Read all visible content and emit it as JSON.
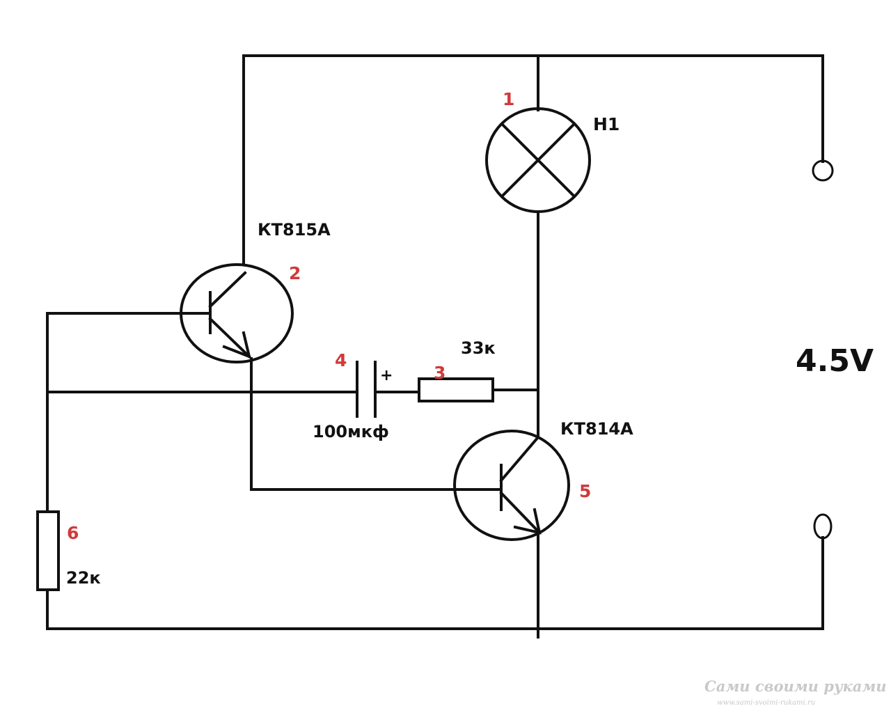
{
  "colors": {
    "wire": "#111111",
    "number": "#d03a3a",
    "watermark": "#c9c9c9"
  },
  "labels": {
    "lamp": "H1",
    "transistor_top": "КТ815А",
    "transistor_bottom": "КТ814А",
    "resistor_33": "33к",
    "capacitor": "100мкф",
    "capacitor_polarity": "+",
    "resistor_22": "22к",
    "supply_voltage": "4.5V"
  },
  "numbers": {
    "lamp": "1",
    "transistor_top": "2",
    "resistor_33": "3",
    "capacitor": "4",
    "transistor_bottom": "5",
    "resistor_22": "6"
  },
  "watermark": {
    "title": "Сами своими руками",
    "url": "www.sami-svoimi-rukami.ru"
  }
}
